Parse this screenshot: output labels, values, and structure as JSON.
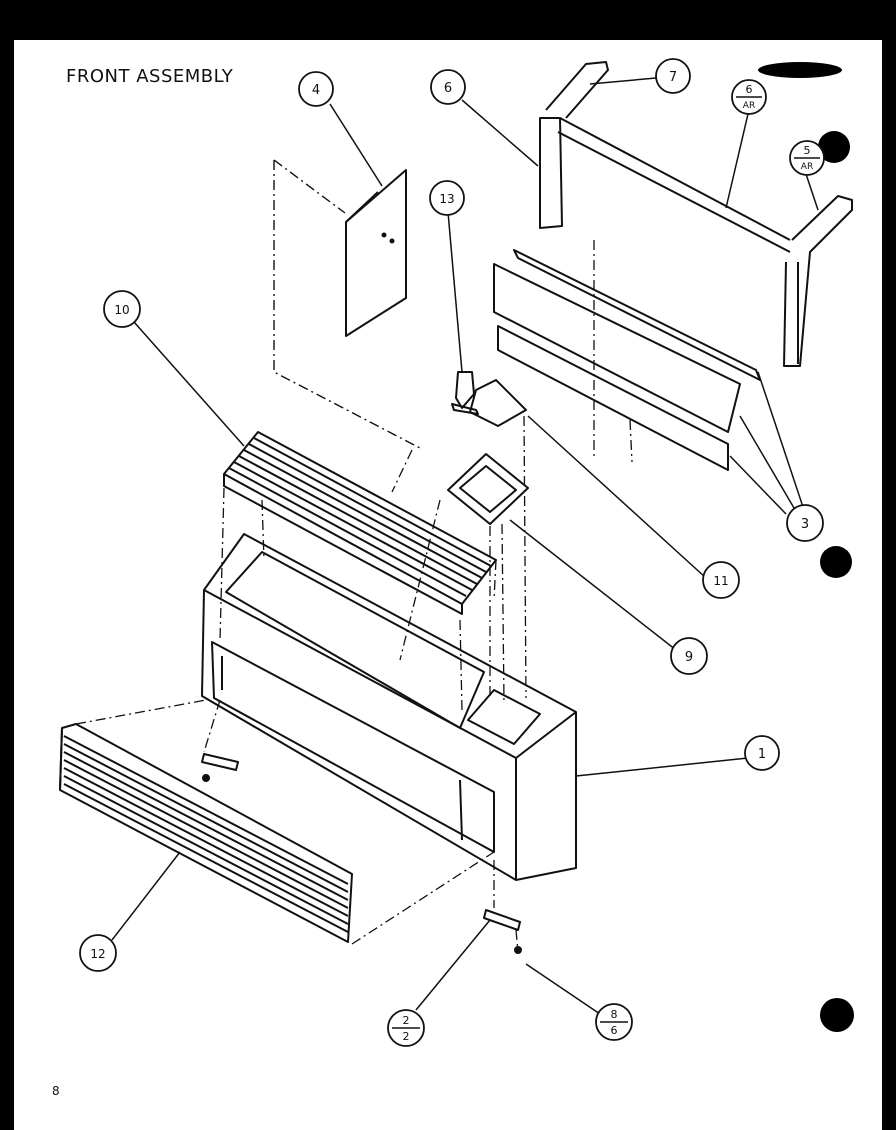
{
  "diagram": {
    "title": "FRONT ASSEMBLY",
    "page_number": "8",
    "callouts": [
      {
        "id": "c4",
        "label": "4"
      },
      {
        "id": "c6",
        "label": "6"
      },
      {
        "id": "c7",
        "label": "7"
      },
      {
        "id": "c13",
        "label": "13"
      },
      {
        "id": "c10",
        "label": "10"
      },
      {
        "id": "c3",
        "label": "3"
      },
      {
        "id": "c11",
        "label": "11"
      },
      {
        "id": "c9",
        "label": "9"
      },
      {
        "id": "c1",
        "label": "1"
      },
      {
        "id": "c12",
        "label": "12"
      }
    ],
    "fraction_callouts": [
      {
        "id": "f6ar",
        "top": "6",
        "bottom": "AR"
      },
      {
        "id": "f5ar",
        "top": "5",
        "bottom": "AR"
      },
      {
        "id": "f2",
        "top": "2",
        "bottom": "2"
      },
      {
        "id": "f8",
        "top": "8",
        "bottom": "6"
      }
    ]
  },
  "colors": {
    "ink": "#111111",
    "paper": "#ffffff",
    "scan_edge": "#000000"
  }
}
